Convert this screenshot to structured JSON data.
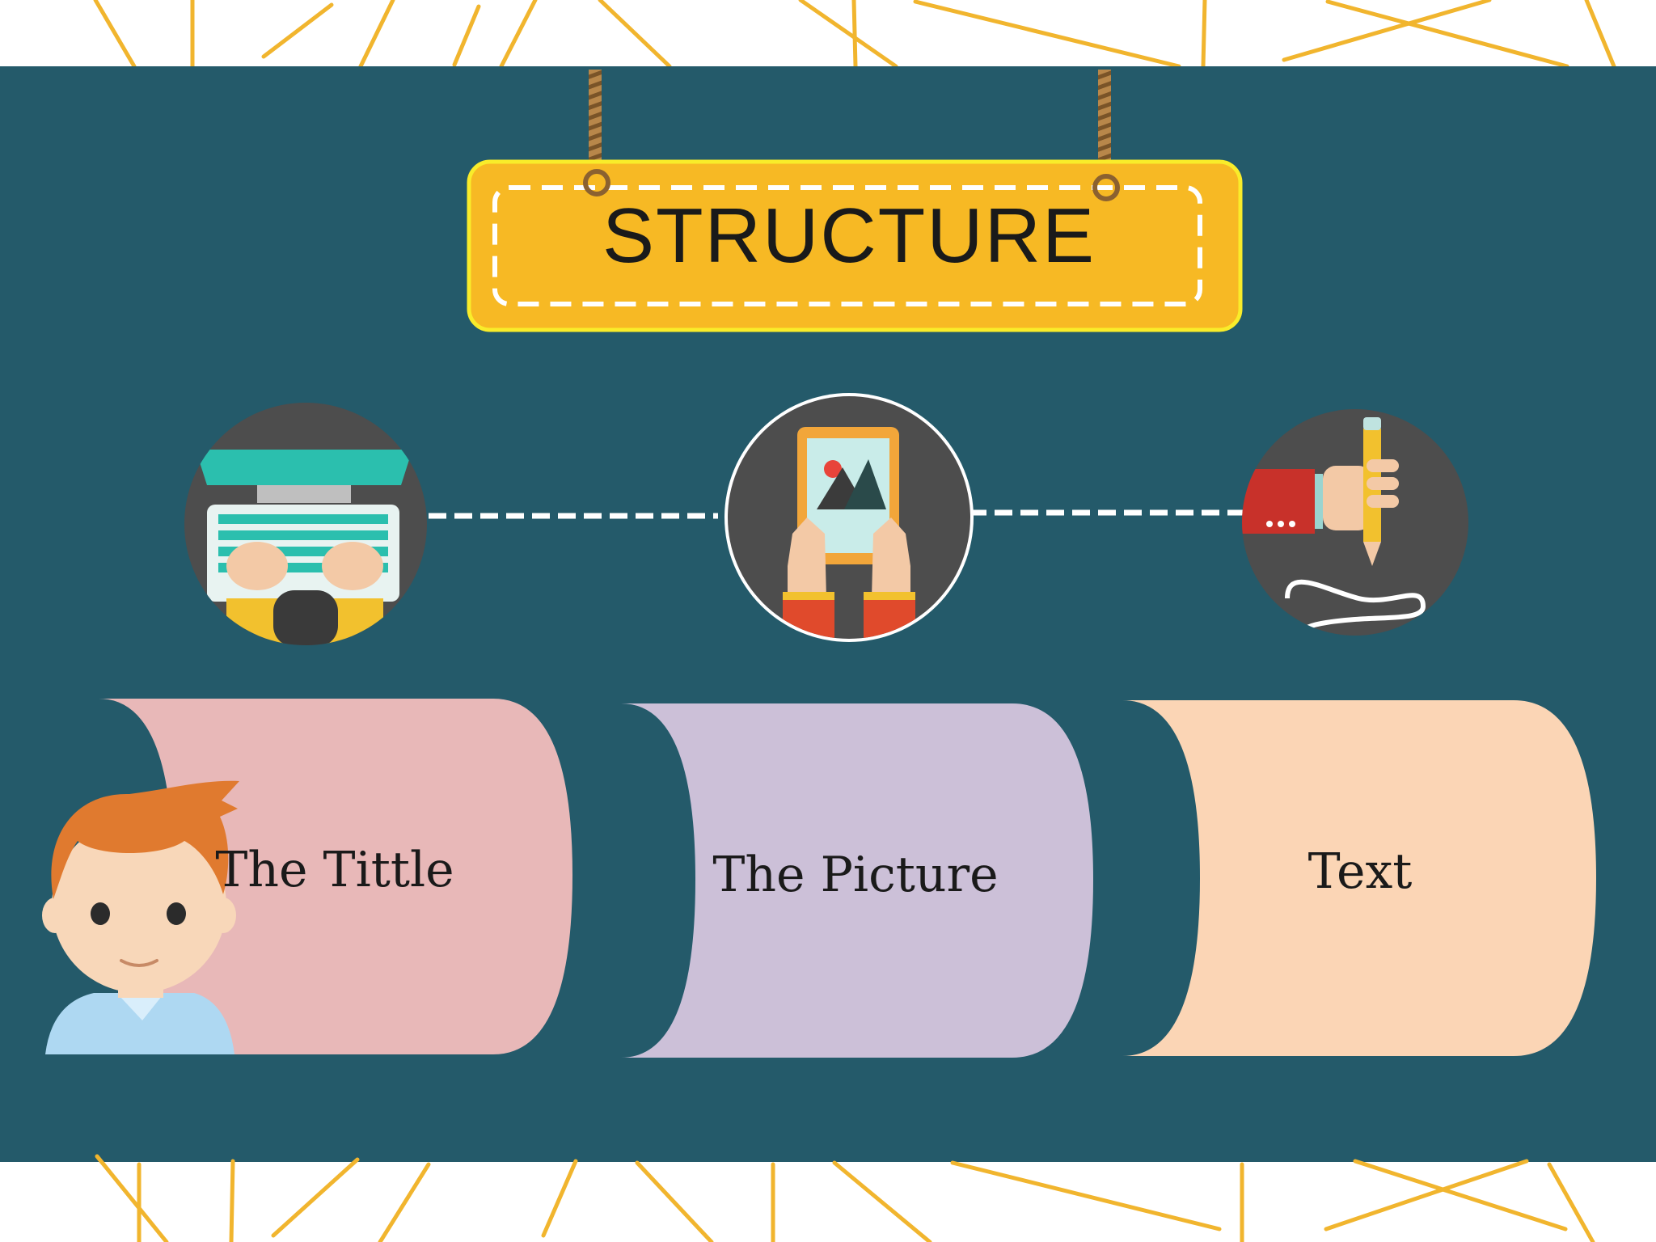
{
  "slide": {
    "title": "STRUCTURE",
    "sections": [
      {
        "label": "The Tittle",
        "icon": "laptop-typing-icon",
        "color": "#e8b8b8"
      },
      {
        "label": "The Picture",
        "icon": "tablet-picture-icon",
        "color": "#ccc0d8"
      },
      {
        "label": "Text",
        "icon": "hand-pencil-icon",
        "color": "#fbd5b5"
      }
    ]
  },
  "colors": {
    "board": "#245a6a",
    "sign": "#f7b924",
    "accent_lines": "#f1b52e",
    "icon_circle": "#4d4d4d"
  }
}
